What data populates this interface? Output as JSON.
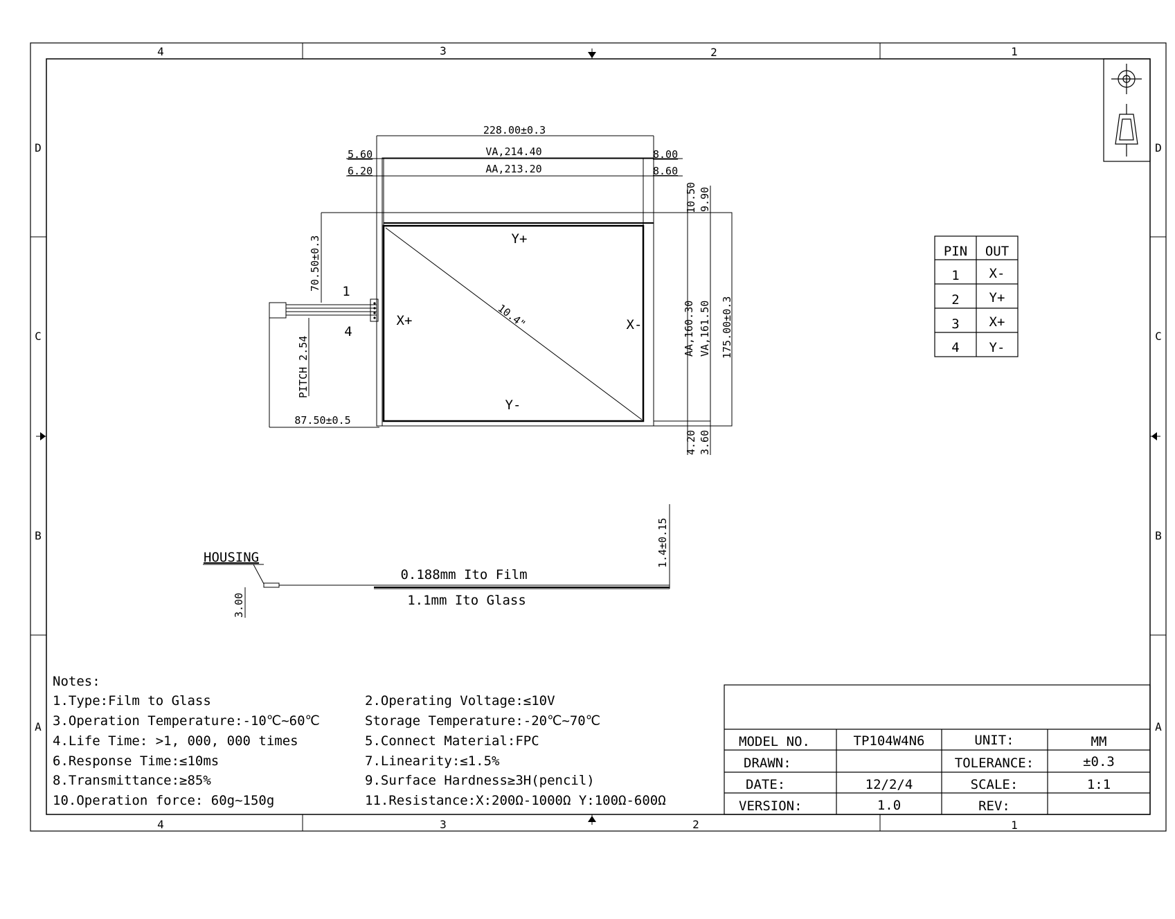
{
  "border": {
    "columns": [
      "4",
      "3",
      "2",
      "1"
    ],
    "rows": [
      "D",
      "C",
      "B",
      "A"
    ]
  },
  "front_view": {
    "overall_width": "228.00±0.3",
    "va_width": "VA,214.40",
    "aa_width": "AA,213.20",
    "left_va_offset": "5.60",
    "left_aa_offset": "6.20",
    "right_va_offset": "8.00",
    "right_aa_offset": "8.60",
    "top_aa_offset": "10.50",
    "top_va_offset": "9.90",
    "bottom_aa_offset": "4.20",
    "bottom_va_offset": "3.60",
    "aa_height": "AA,160.30",
    "va_height": "VA,161.50",
    "overall_height": "175.00±0.3",
    "tail_offset": "70.50±0.3",
    "tail_length": "87.50±0.5",
    "pitch": "PITCH 2.54",
    "pin_first": "1",
    "pin_last": "4",
    "diagonal": "10.4\"",
    "label_y_plus": "Y+",
    "label_y_minus": "Y-",
    "label_x_plus": "X+",
    "label_x_minus": "X-"
  },
  "pin_table": {
    "headers": [
      "PIN",
      "OUT"
    ],
    "rows": [
      [
        "1",
        "X-"
      ],
      [
        "2",
        "Y+"
      ],
      [
        "3",
        "X+"
      ],
      [
        "4",
        "Y-"
      ]
    ]
  },
  "side_view": {
    "housing": "HOUSING",
    "film": "0.188mm Ito Film",
    "glass": "1.1mm Ito Glass",
    "thickness": "1.4±0.15",
    "tail_height": "3.00"
  },
  "notes": {
    "title": "Notes:",
    "left": [
      "1.Type:Film to Glass",
      "3.Operation Temperature:-10℃~60℃",
      "4.Life Time: >1, 000, 000 times",
      "6.Response Time:≤10ms",
      "8.Transmittance:≥85%",
      "10.Operation force: 60g~150g"
    ],
    "right": [
      "2.Operating Voltage:≤10V",
      "Storage Temperature:-20℃~70℃",
      "5.Connect Material:FPC",
      "7.Linearity:≤1.5%",
      "9.Surface Hardness≥3H(pencil)",
      "11.Resistance:X:200Ω-1000Ω Y:100Ω-600Ω"
    ]
  },
  "title_block": {
    "rows": [
      [
        "MODEL NO.",
        "TP104W4N6",
        "UNIT:",
        "MM"
      ],
      [
        "DRAWN:",
        "",
        "TOLERANCE:",
        "±0.3"
      ],
      [
        "DATE:",
        "12/2/4",
        "SCALE:",
        "1:1"
      ],
      [
        "VERSION:",
        "1.0",
        "REV:",
        ""
      ]
    ]
  }
}
